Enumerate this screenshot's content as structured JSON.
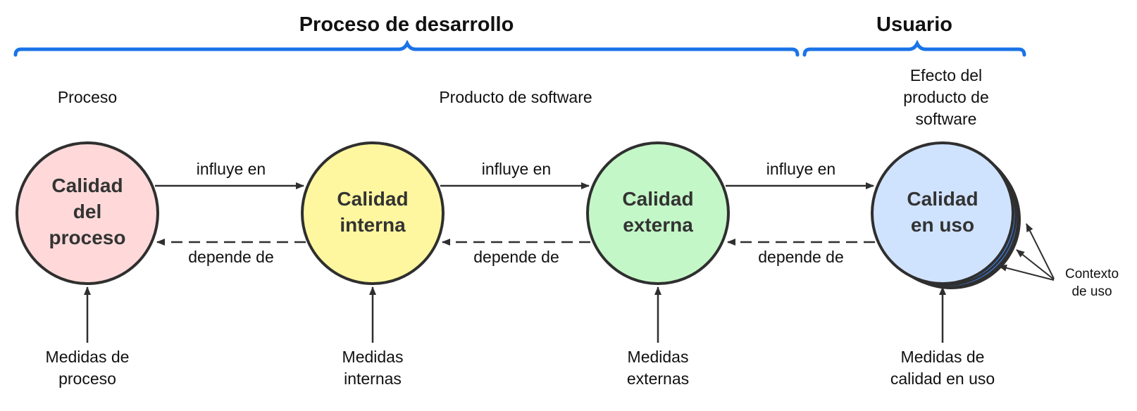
{
  "headers": {
    "dev_process": "Proceso de desarrollo",
    "user": "Usuario"
  },
  "sections": {
    "process": "Proceso",
    "software_product": "Producto de software",
    "product_effect": [
      "Efecto del",
      "producto de",
      "software"
    ]
  },
  "nodes": [
    {
      "label": [
        "Calidad",
        "del",
        "proceso"
      ],
      "fill": "#ffd9d9"
    },
    {
      "label": [
        "Calidad",
        "interna"
      ],
      "fill": "#fff79f"
    },
    {
      "label": [
        "Calidad",
        "externa"
      ],
      "fill": "#c4f7c7"
    },
    {
      "label": [
        "Calidad",
        "en uso"
      ],
      "fill": "#d0e3fe"
    }
  ],
  "edges": {
    "influences": "influye en",
    "depends": "depende de"
  },
  "measures": [
    [
      "Medidas de",
      "proceso"
    ],
    [
      "Medidas",
      "internas"
    ],
    [
      "Medidas",
      "externas"
    ],
    [
      "Medidas de",
      "calidad en uso"
    ]
  ],
  "context_label": [
    "Contexto",
    "de uso"
  ],
  "colors": {
    "bracket": "#1a73e8",
    "stroke": "#2f2f2f",
    "stack_blue": "#3d7fe0"
  }
}
